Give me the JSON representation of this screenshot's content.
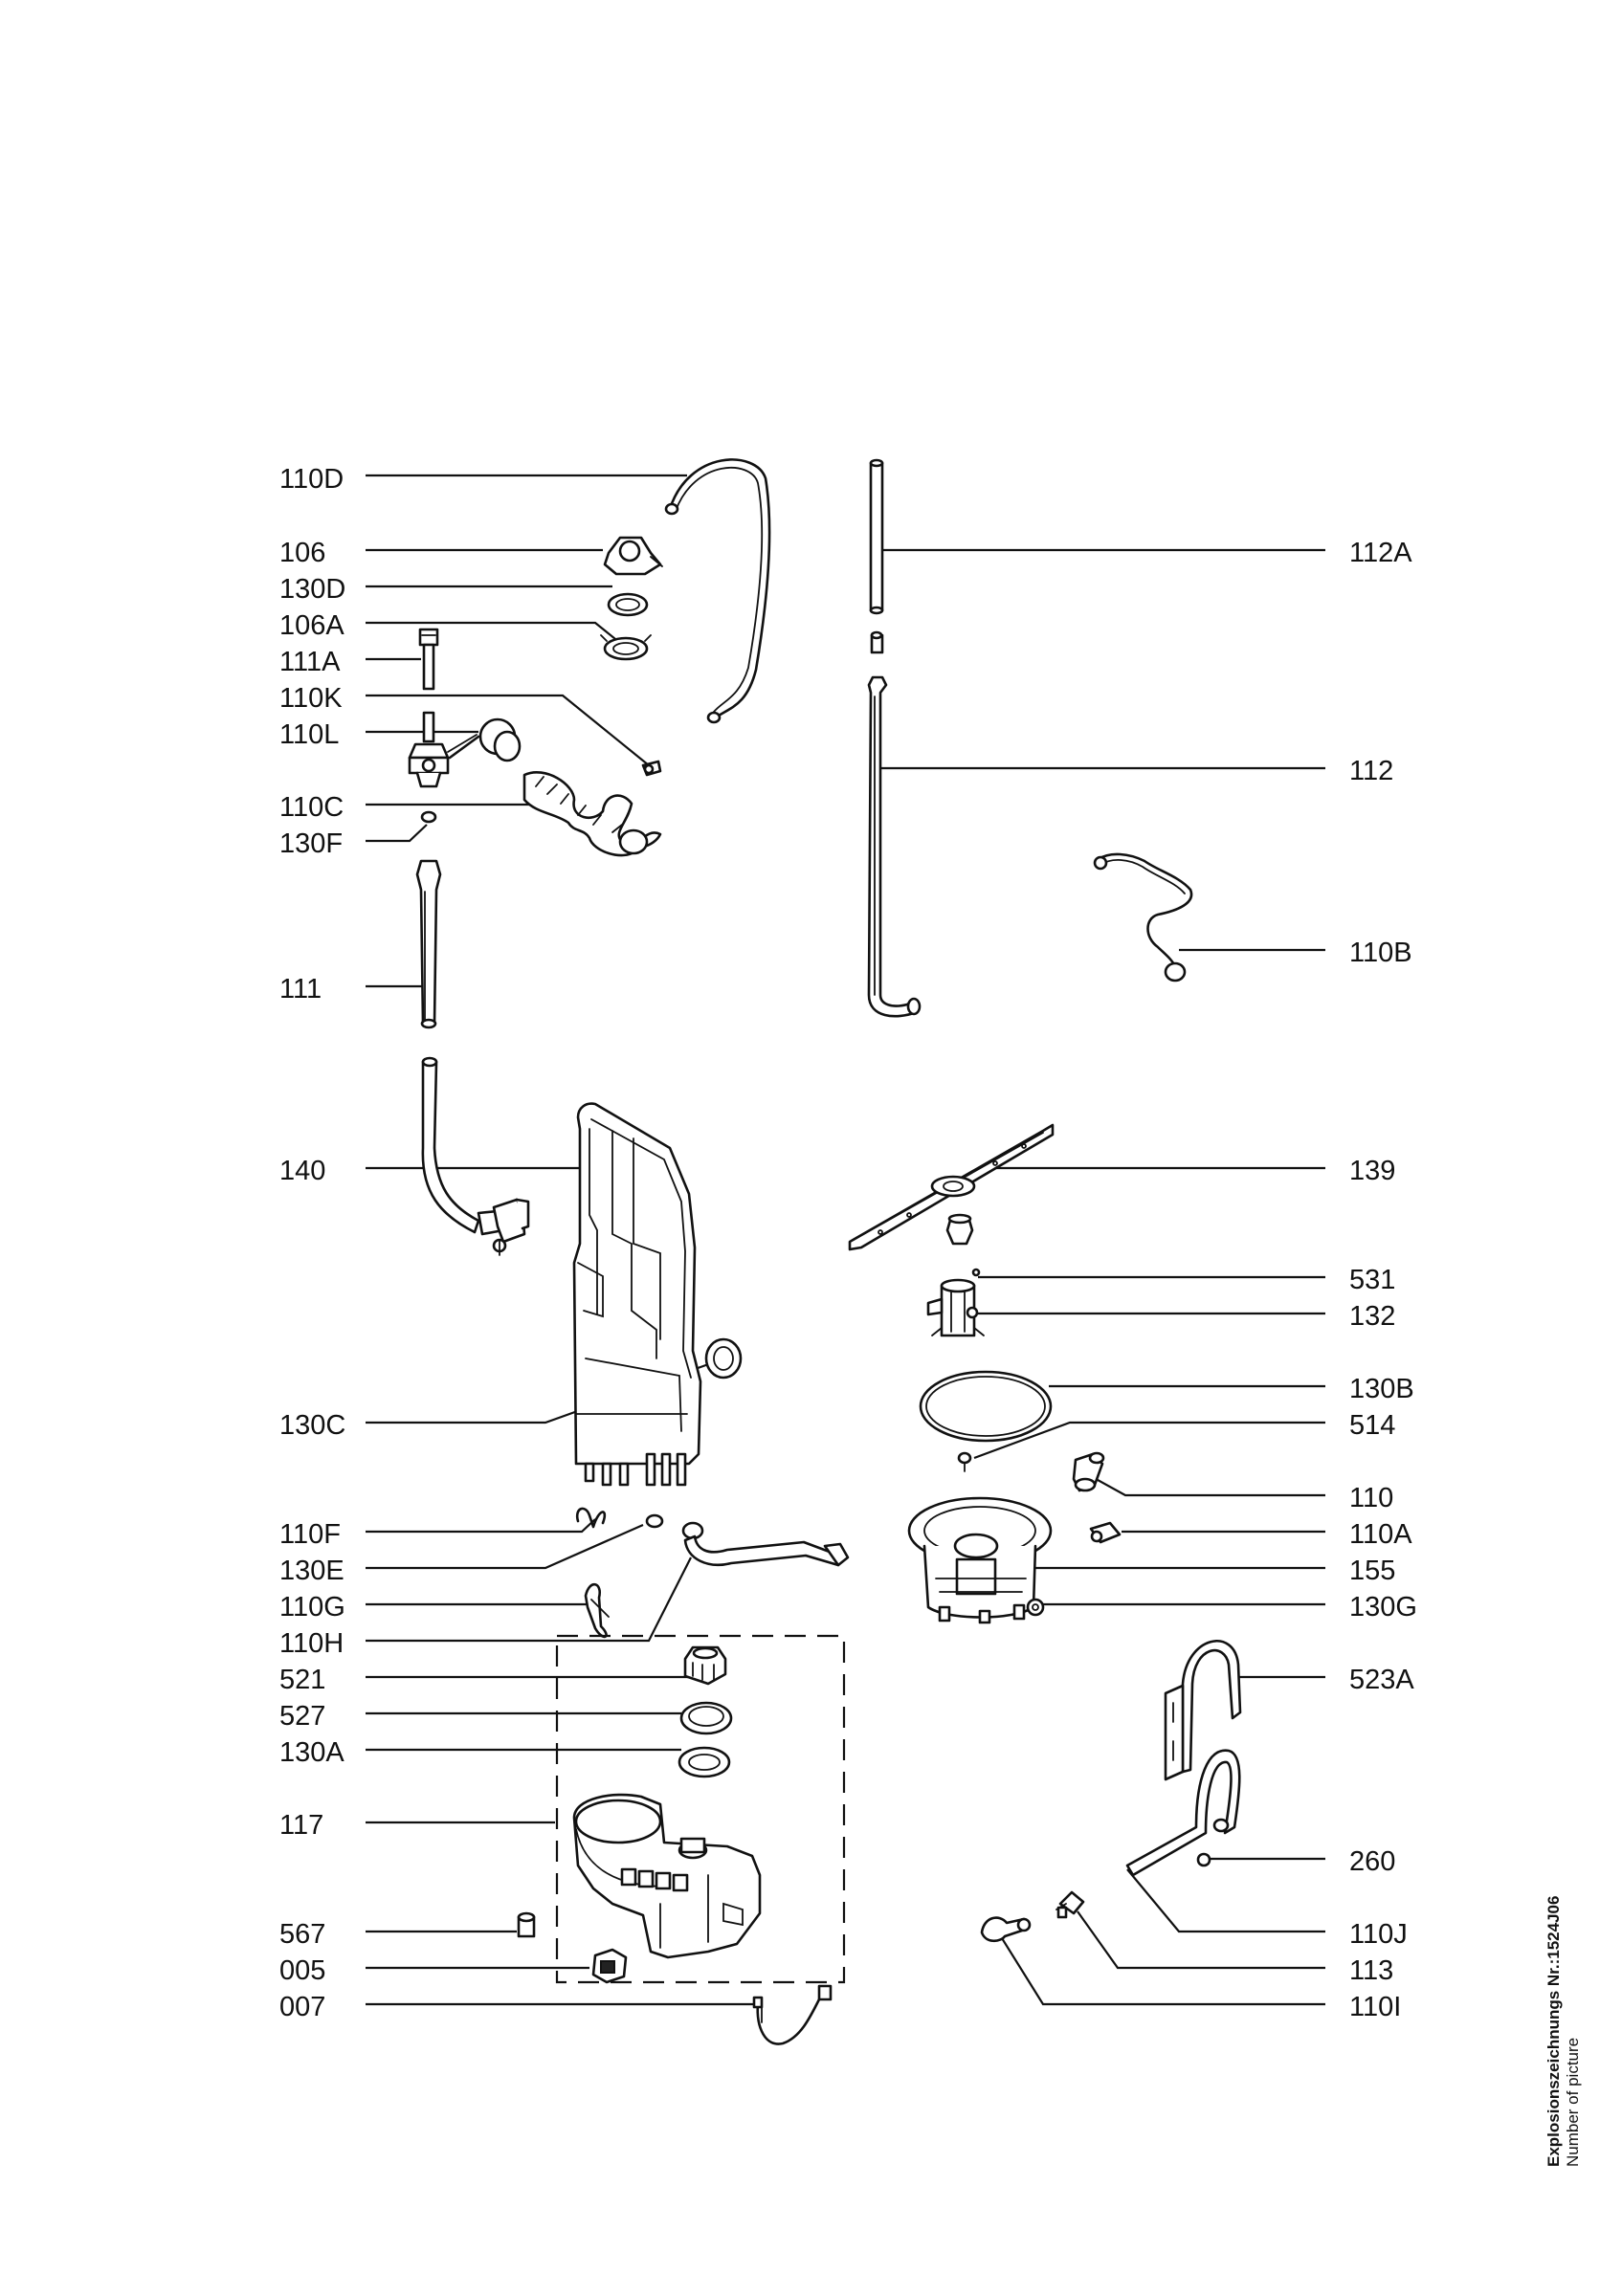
{
  "labels": {
    "left": [
      "110D",
      "106",
      "130D",
      "106A",
      "111A",
      "110K",
      "110L",
      "110C",
      "130F",
      "111",
      "140",
      "130C",
      "110F",
      "130E",
      "110G",
      "110H",
      "521",
      "527",
      "130A",
      "117",
      "567",
      "005",
      "007"
    ],
    "right": [
      "112A",
      "112",
      "110B",
      "139",
      "531",
      "132",
      "130B",
      "514",
      "110",
      "110A",
      "155",
      "130G",
      "523A",
      "260",
      "110J",
      "113",
      "110I"
    ]
  },
  "footer": {
    "drawing_number": "Explosionszeichnungs Nr.:1524J06",
    "caption": "Number of picture"
  }
}
